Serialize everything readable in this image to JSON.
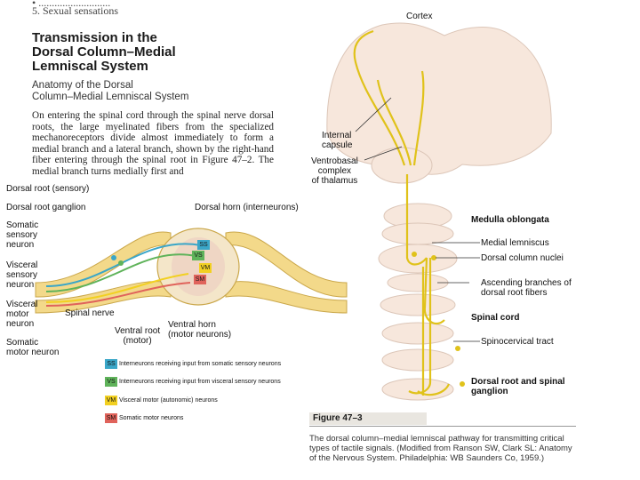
{
  "top_line": "5. Sexual sensations",
  "title": [
    "Transmission in the",
    "Dorsal Column–Medial",
    "Lemniscal System"
  ],
  "subtitle": [
    "Anatomy of the Dorsal",
    "Column–Medial Lemniscal System"
  ],
  "body_text": "On entering the spinal cord through the spinal nerve dorsal roots, the large myelinated fibers from the specialized mechanoreceptors divide almost immediately to form a medial branch and a lateral branch, shown by the right-hand fiber entering through the spinal root in Figure 47–2. The medial branch turns medially first and",
  "left_figure": {
    "labels": {
      "dorsal_root": "Dorsal root (sensory)",
      "dorsal_root_ganglion": "Dorsal root ganglion",
      "dorsal_horn": "Dorsal horn (interneurons)",
      "somatic_sensory": [
        "Somatic",
        "sensory",
        "neuron"
      ],
      "visceral_sensory": [
        "Visceral",
        "sensory",
        "neuron"
      ],
      "visceral_motor": [
        "Visceral",
        "motor",
        "neuron"
      ],
      "spinal_nerve": "Spinal nerve",
      "somatic_motor": [
        "Somatic",
        "motor neuron"
      ],
      "ventral_root": [
        "Ventral root",
        "(motor)"
      ],
      "ventral_horn": [
        "Ventral horn",
        "(motor neurons)"
      ]
    },
    "cord_tags": [
      "SS",
      "VS",
      "VM",
      "SM"
    ],
    "legend": [
      {
        "abbr": "SS",
        "text": "Interneurons receiving input from somatic sensory neurons",
        "color": "#3aa6c8"
      },
      {
        "abbr": "VS",
        "text": "Interneurons receiving input from visceral sensory neurons",
        "color": "#5fb35a"
      },
      {
        "abbr": "VM",
        "text": "Visceral motor (autonomic) neurons",
        "color": "#f2d021"
      },
      {
        "abbr": "SM",
        "text": "Somatic motor neurons",
        "color": "#e0635b"
      }
    ]
  },
  "right_figure": {
    "cortex": "Cortex",
    "internal_capsule": [
      "Internal",
      "capsule"
    ],
    "ventrobasal": [
      "Ventrobasal",
      "complex",
      "of thalamus"
    ],
    "medulla": "Medulla oblongata",
    "medial_lemniscus": "Medial lemniscus",
    "dorsal_column_nuclei": "Dorsal column nuclei",
    "ascending": [
      "Ascending branches of",
      "dorsal root fibers"
    ],
    "spinal_cord": "Spinal cord",
    "spinocervical": "Spinocervical tract",
    "dorsal_root_ganglion": [
      "Dorsal root and spinal",
      "ganglion"
    ],
    "figure_label": "Figure 47–3",
    "caption": "The dorsal column–medial lemniscal pathway for transmitting critical types of tactile signals. (Modified from Ranson SW, Clark SL: Anatomy of the Nervous System. Philadelphia: WB Saunders Co, 1959.)"
  },
  "colors": {
    "pathway": "#e0c21a",
    "brain": "#f7e7dc",
    "nerve": "#f3d98a",
    "figure_tab": "#e9e6e0"
  }
}
